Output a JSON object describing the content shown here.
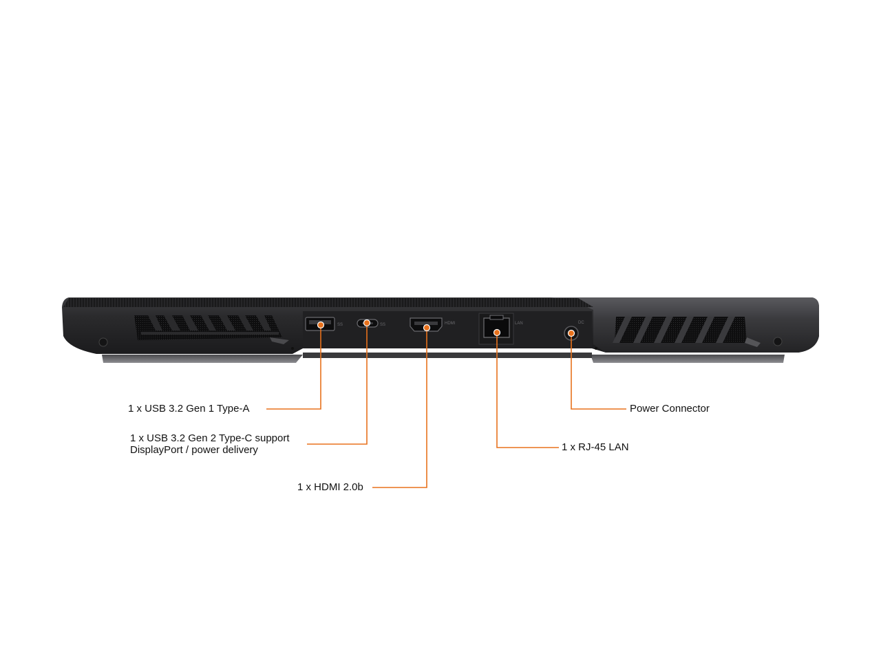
{
  "callouts": {
    "usb_a": "1 x USB 3.2 Gen 1 Type-A",
    "usb_c_line1": "1 x USB 3.2 Gen 2 Type-C support",
    "usb_c_line2": "DisplayPort / power delivery",
    "hdmi": "1 x HDMI 2.0b",
    "lan": "1 x RJ-45 LAN",
    "power": "Power Connector"
  },
  "colors": {
    "background": "#ffffff",
    "leader_line": "#e8711c",
    "chassis": "#2b2b2d",
    "label_text": "#111111"
  }
}
